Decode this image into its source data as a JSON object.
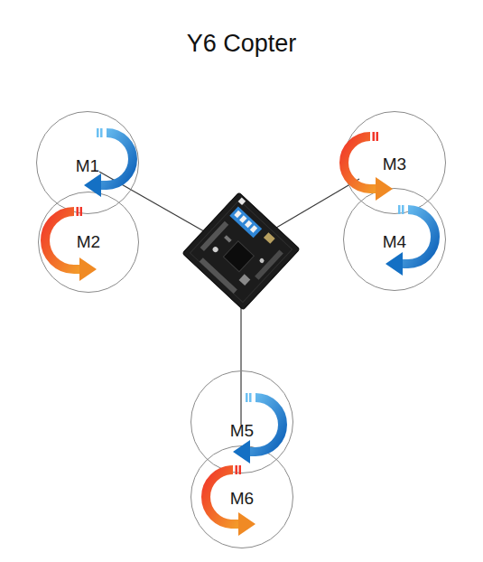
{
  "diagram": {
    "title": "Y6 Copter",
    "nodes": [
      {
        "text": [
          "M1"
        ]
      },
      {
        "text": [
          "M3"
        ]
      },
      {
        "text": [
          "M2"
        ]
      },
      {
        "text": [
          "M4"
        ]
      },
      {
        "text": [
          "M5"
        ]
      },
      {
        "text": [
          "M6"
        ]
      }
    ]
  }
}
